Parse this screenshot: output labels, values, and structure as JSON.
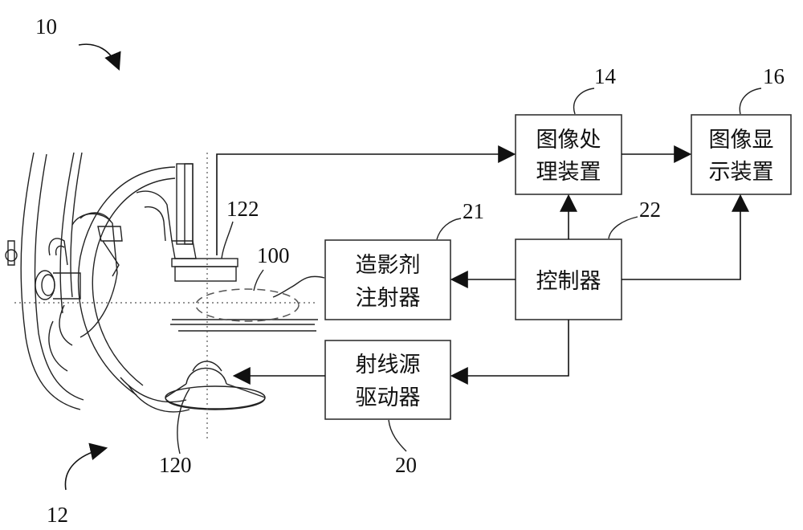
{
  "figure_ref": "10",
  "machine_ref": "12",
  "blocks": {
    "image_processing": {
      "line1": "图像处",
      "line2": "理装置",
      "ref": "14"
    },
    "image_display": {
      "line1": "图像显",
      "line2": "示装置",
      "ref": "16"
    },
    "contrast_injector": {
      "line1": "造影剂",
      "line2": "注射器",
      "ref": "21"
    },
    "controller": {
      "label": "控制器",
      "ref": "22"
    },
    "source_driver": {
      "line1": "射线源",
      "line2": "驱动器",
      "ref": "20"
    }
  },
  "parts": {
    "detector_ref": "122",
    "patient_ref": "100",
    "source_ref": "120"
  }
}
